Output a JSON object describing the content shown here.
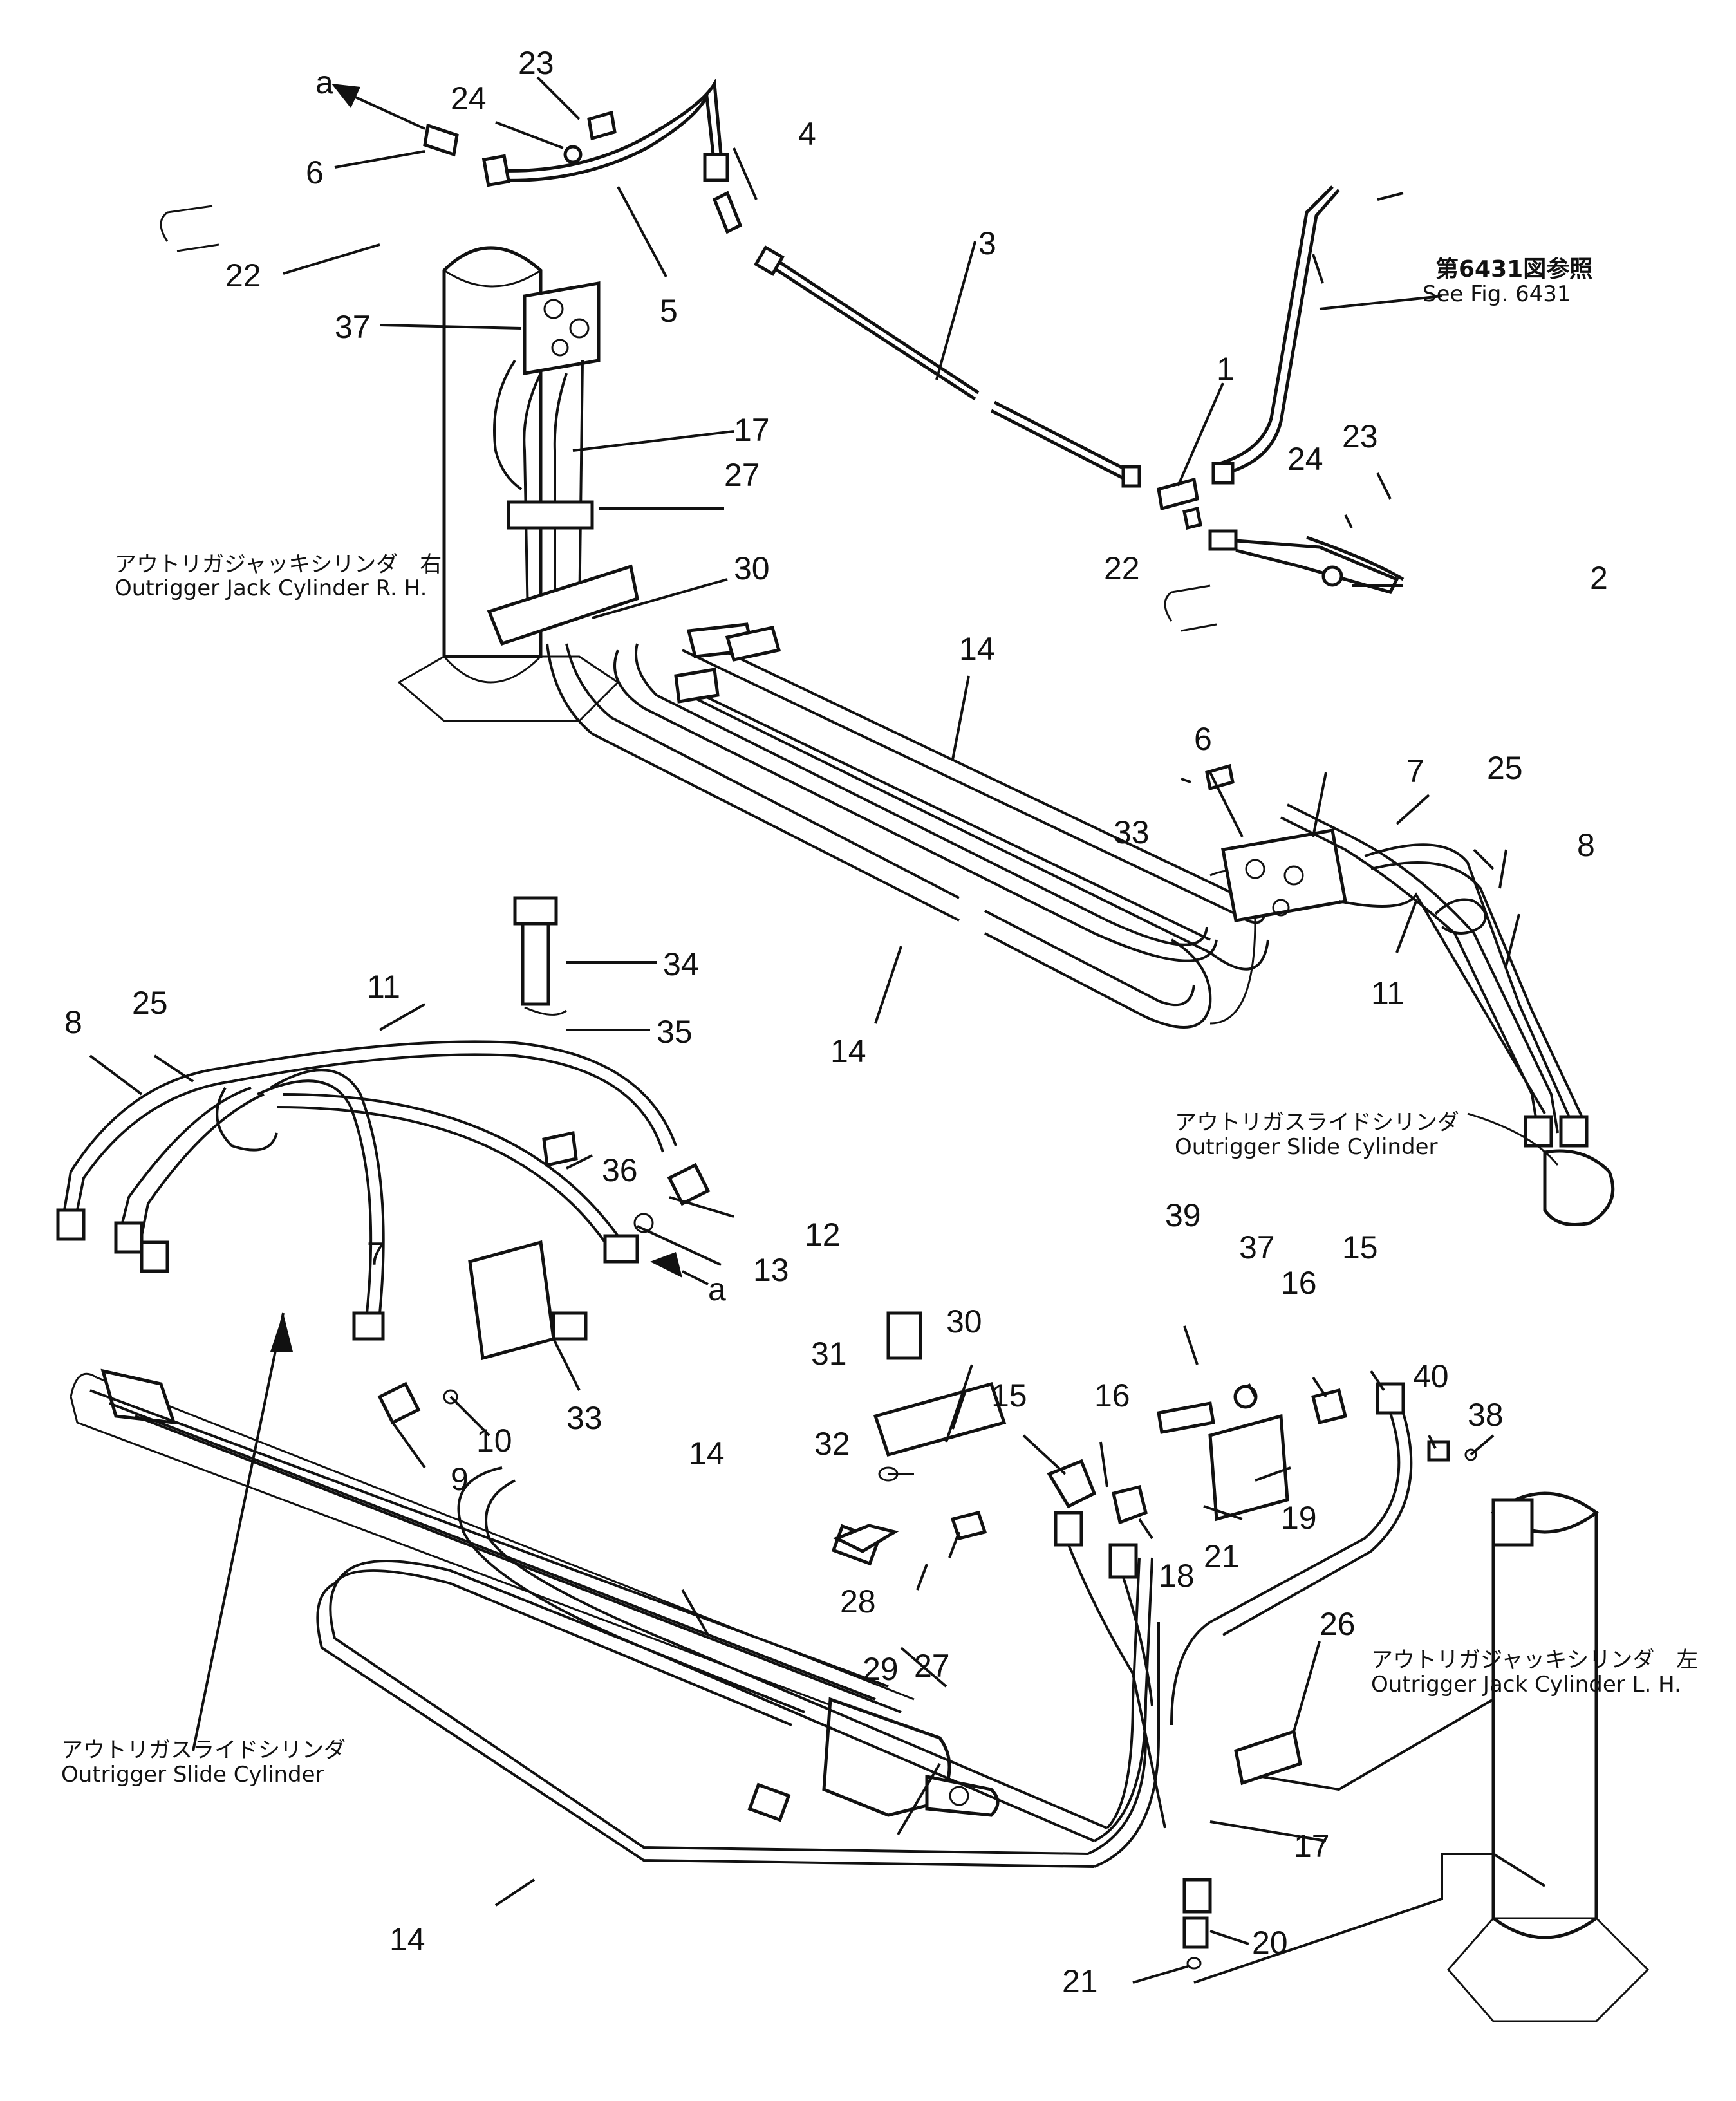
{
  "callouts": {
    "c1": "1",
    "c2": "2",
    "c3": "3",
    "c4": "4",
    "c5": "5",
    "c6_top": "6",
    "c6_right": "6",
    "c7_right": "7",
    "c7_left": "7",
    "c8_right": "8",
    "c8_left": "8",
    "c9": "9",
    "c10": "10",
    "c11_right": "11",
    "c11_left": "11",
    "c12": "12",
    "c13": "13",
    "c14_a": "14",
    "c14_b": "14",
    "c14_c": "14",
    "c14_d": "14",
    "c15_a": "15",
    "c15_b": "15",
    "c16_a": "16",
    "c16_b": "16",
    "c17_top": "17",
    "c17_bottom": "17",
    "c18": "18",
    "c19": "19",
    "c20": "20",
    "c21_a": "21",
    "c21_b": "21",
    "c22_top": "22",
    "c22_right": "22",
    "c23_top": "23",
    "c23_right": "23",
    "c24_top": "24",
    "c24_right": "24",
    "c25_right": "25",
    "c25_left": "25",
    "c26": "26",
    "c27_top": "27",
    "c27_bottom": "27",
    "c28": "28",
    "c29": "29",
    "c30_top": "30",
    "c30_bottom": "30",
    "c31": "31",
    "c32": "32",
    "c33_right": "33",
    "c33_left": "33",
    "c34": "34",
    "c35": "35",
    "c36": "36",
    "c37_top": "37",
    "c37_bottom": "37",
    "c38": "38",
    "c39": "39",
    "c40": "40",
    "a_top": "a",
    "a_bottom": "a"
  },
  "labels": {
    "see_fig_jp": "第6431図参照",
    "see_fig_en": "See  Fig. 6431",
    "jack_rh_jp": "アウトリガジャッキシリンダ　右",
    "jack_rh_en": "Outrigger  Jack  Cylinder  R. H.",
    "slide_right_jp": "アウトリガスライドシリンダ",
    "slide_right_en": "Outrigger  Slide  Cylinder",
    "jack_lh_jp": "アウトリガジャッキシリンダ　左",
    "jack_lh_en": "Outrigger  Jack  Cylinder  L. H.",
    "slide_left_jp": "アウトリガスライドシリンダ",
    "slide_left_en": "Outrigger  Slide  Cylinder"
  }
}
